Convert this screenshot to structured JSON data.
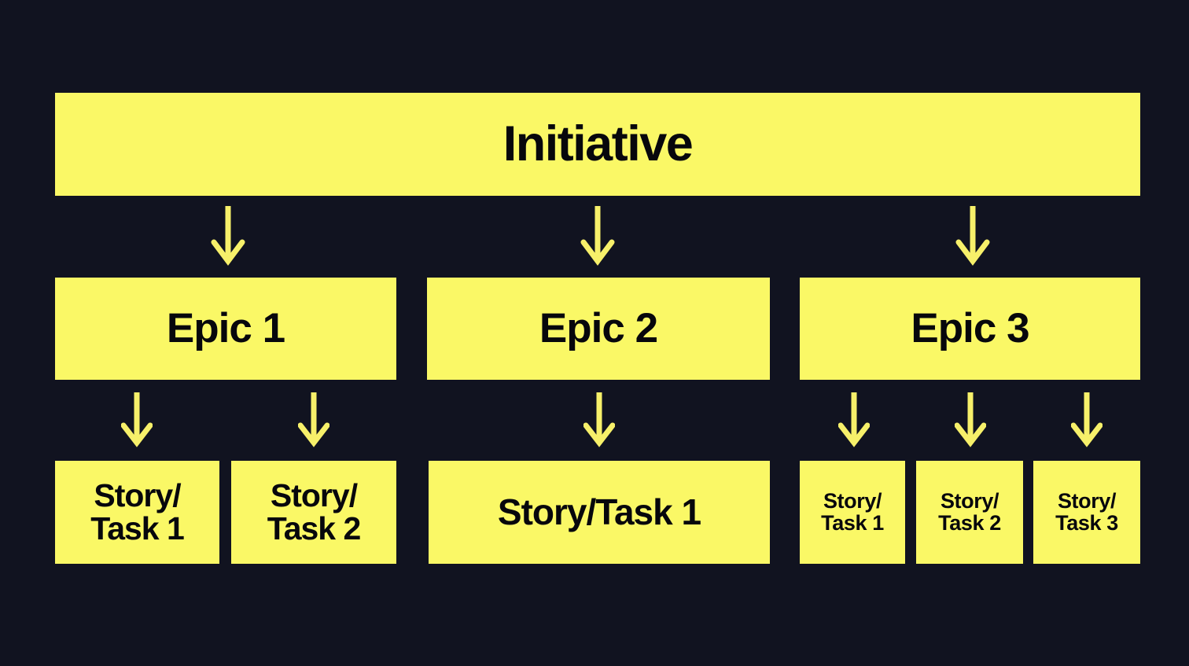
{
  "diagram": {
    "title": "Initiative",
    "background_color": "#111320",
    "node_color": "#FAF866",
    "text_color": "#07070c",
    "arrow_color": "#F7F06A",
    "levels": [
      {
        "level": "initiative",
        "nodes": [
          {
            "label": "Initiative"
          }
        ]
      },
      {
        "level": "epic",
        "nodes": [
          {
            "label": "Epic 1"
          },
          {
            "label": "Epic 2"
          },
          {
            "label": "Epic 3"
          }
        ]
      },
      {
        "level": "story",
        "groups": [
          {
            "parent": "Epic 1",
            "nodes": [
              {
                "line1": "Story/",
                "line2": "Task 1"
              },
              {
                "line1": "Story/",
                "line2": "Task 2"
              }
            ]
          },
          {
            "parent": "Epic 2",
            "nodes": [
              {
                "line1": "Story/Task 1",
                "line2": ""
              }
            ]
          },
          {
            "parent": "Epic 3",
            "nodes": [
              {
                "line1": "Story/",
                "line2": "Task 1"
              },
              {
                "line1": "Story/",
                "line2": "Task 2"
              },
              {
                "line1": "Story/",
                "line2": "Task 3"
              }
            ]
          }
        ]
      }
    ],
    "connectors": [
      {
        "from": "Initiative",
        "to": "Epic 1"
      },
      {
        "from": "Initiative",
        "to": "Epic 2"
      },
      {
        "from": "Initiative",
        "to": "Epic 3"
      },
      {
        "from": "Epic 1",
        "to": "Story/Task 1"
      },
      {
        "from": "Epic 1",
        "to": "Story/Task 2"
      },
      {
        "from": "Epic 2",
        "to": "Story/Task 1"
      },
      {
        "from": "Epic 3",
        "to": "Story/Task 1"
      },
      {
        "from": "Epic 3",
        "to": "Story/Task 2"
      },
      {
        "from": "Epic 3",
        "to": "Story/Task 3"
      }
    ]
  }
}
